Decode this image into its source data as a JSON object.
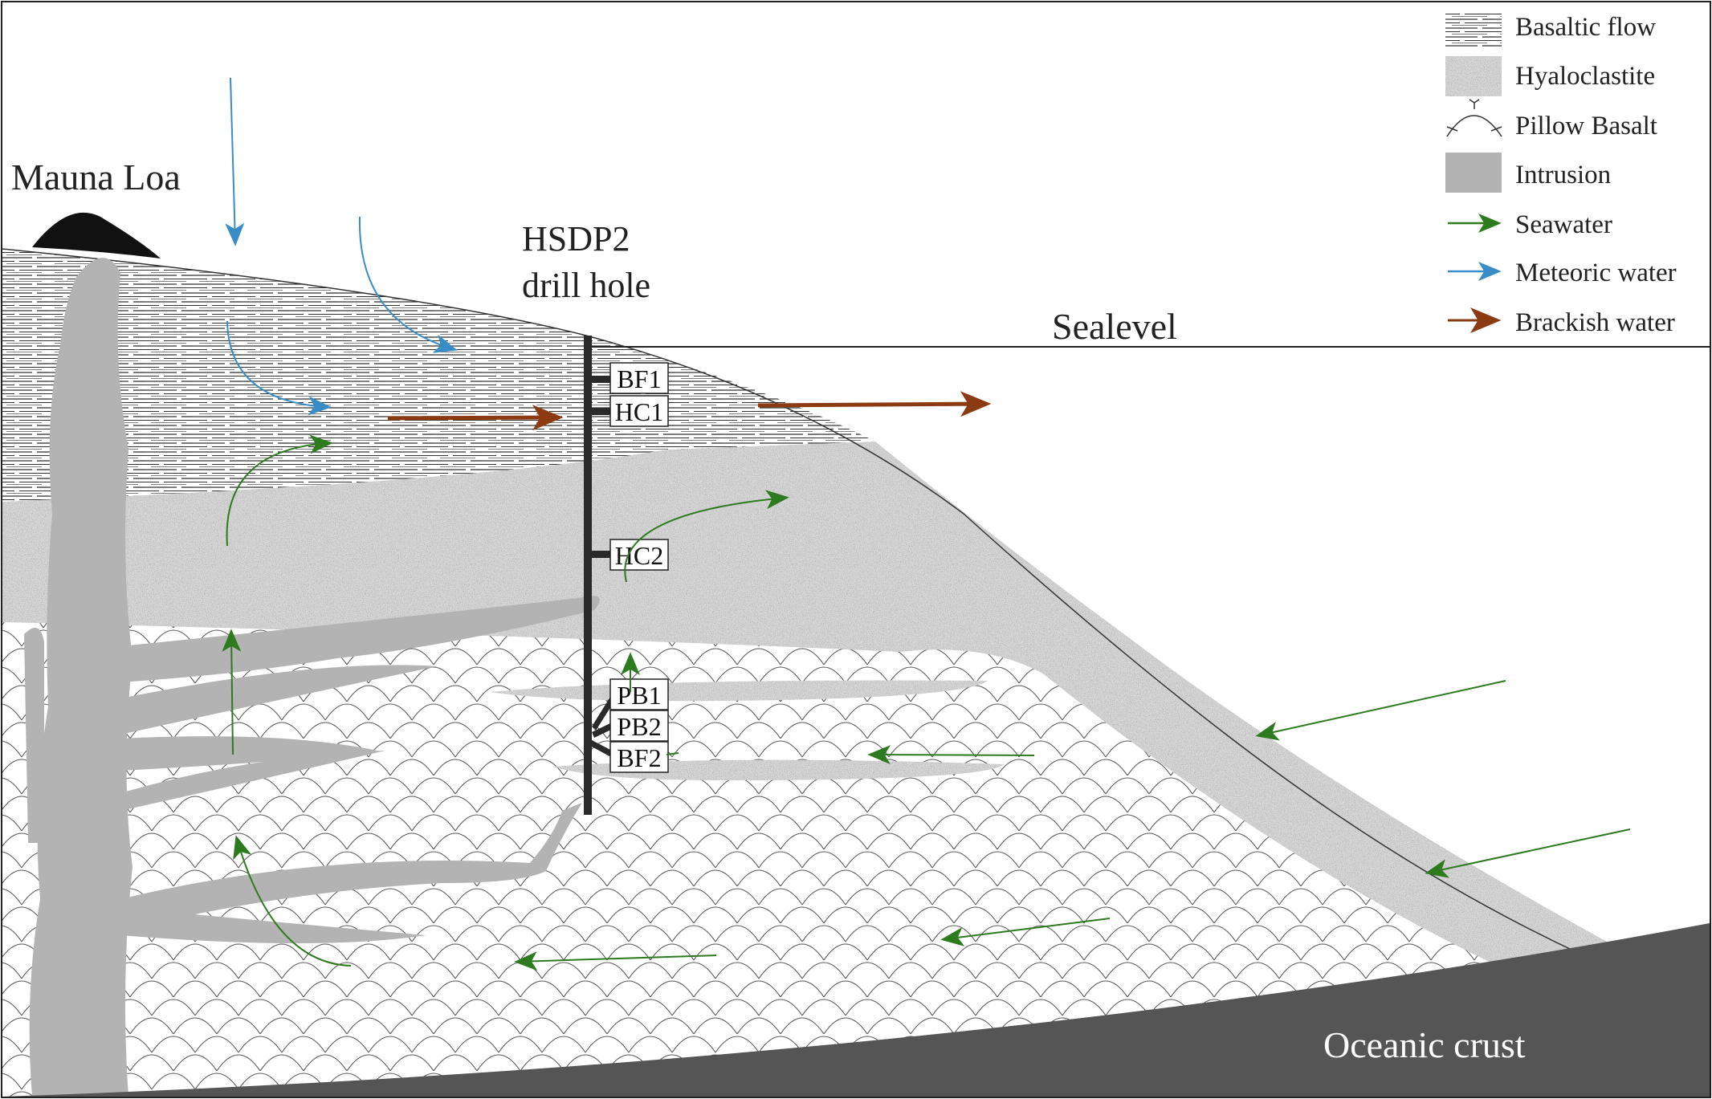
{
  "labels": {
    "mauna_loa": "Mauna Loa",
    "drill_hole_line1": "HSDP2",
    "drill_hole_line2": "drill hole",
    "sealevel": "Sealevel",
    "oceanic_crust": "Oceanic crust"
  },
  "samples": [
    "BF1",
    "HC1",
    "HC2",
    "PB1",
    "PB2",
    "BF2"
  ],
  "legend": {
    "items": [
      {
        "label": "Basaltic flow",
        "icon": "basaltic-flow-pattern"
      },
      {
        "label": "Hyaloclastite",
        "icon": "hyaloclastite-pattern"
      },
      {
        "label": "Pillow Basalt",
        "icon": "pillow-basalt-symbol"
      },
      {
        "label": "Intrusion",
        "icon": "intrusion-fill"
      },
      {
        "label": "Seawater",
        "icon": "seawater-arrow"
      },
      {
        "label": "Meteoric water",
        "icon": "meteoric-water-arrow"
      },
      {
        "label": "Brackish water",
        "icon": "brackish-water-arrow"
      }
    ]
  },
  "colors": {
    "seawater": "#2d7a1f",
    "meteoric": "#3a8cc8",
    "brackish": "#8b3a12",
    "intrusion": "#b3b3b3",
    "hyaloclastite": "#c8c8c8",
    "oceanic_crust": "#555555",
    "mauna_loa_cap": "#111111",
    "drill": "#2a2a2a"
  }
}
